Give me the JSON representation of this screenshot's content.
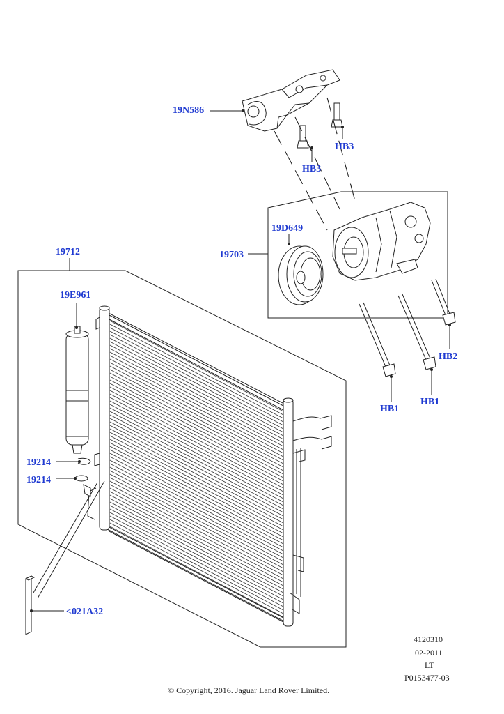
{
  "callouts": {
    "bracket": "19N586",
    "hb3_right": "HB3",
    "hb3_left": "HB3",
    "clutch": "19D649",
    "compressor": "19703",
    "condenser": "19712",
    "drier": "19E961",
    "oring_upper": "19214",
    "oring_lower": "19214",
    "seal": "<021A32",
    "hb2": "HB2",
    "hb1_left": "HB1",
    "hb1_right": "HB1"
  },
  "footer": {
    "code": "4120310",
    "date": "02-2011",
    "variant": "LT",
    "part_ref": "P0153477-03",
    "copyright": "© Copyright, 2016. Jaguar Land Rover Limited."
  },
  "colors": {
    "callout": "#1f3ad1",
    "line": "#222222"
  }
}
